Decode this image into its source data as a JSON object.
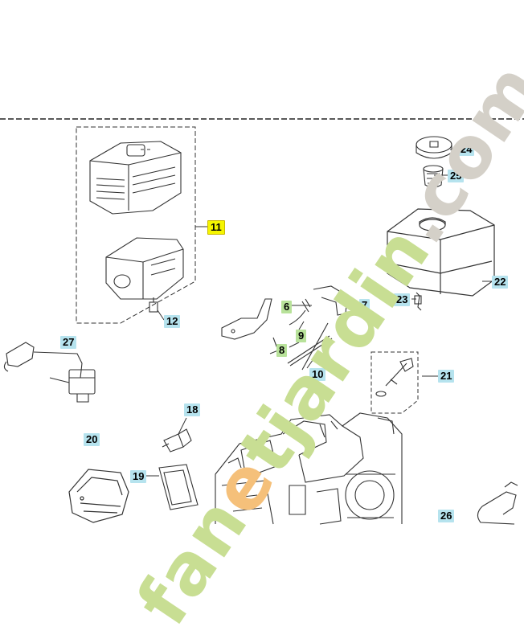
{
  "callouts": [
    {
      "id": "11",
      "selected": true
    },
    {
      "id": "12"
    },
    {
      "id": "27"
    },
    {
      "id": "6",
      "green": true
    },
    {
      "id": "7"
    },
    {
      "id": "9",
      "green": true
    },
    {
      "id": "8",
      "green": true
    },
    {
      "id": "10"
    },
    {
      "id": "21"
    },
    {
      "id": "22"
    },
    {
      "id": "23"
    },
    {
      "id": "24"
    },
    {
      "id": "25"
    },
    {
      "id": "18"
    },
    {
      "id": "20"
    },
    {
      "id": "19"
    },
    {
      "id": "26"
    }
  ],
  "watermark": {
    "part1": "fan",
    "part2": "e",
    "part3": "tjardin",
    "part4": ".com"
  },
  "colors": {
    "highlight": "#f5f500",
    "callout": "#b6e3ee",
    "watermark_green": "#c8de93",
    "watermark_orange": "#f5c07a",
    "watermark_gray": "#d4d0c8"
  }
}
